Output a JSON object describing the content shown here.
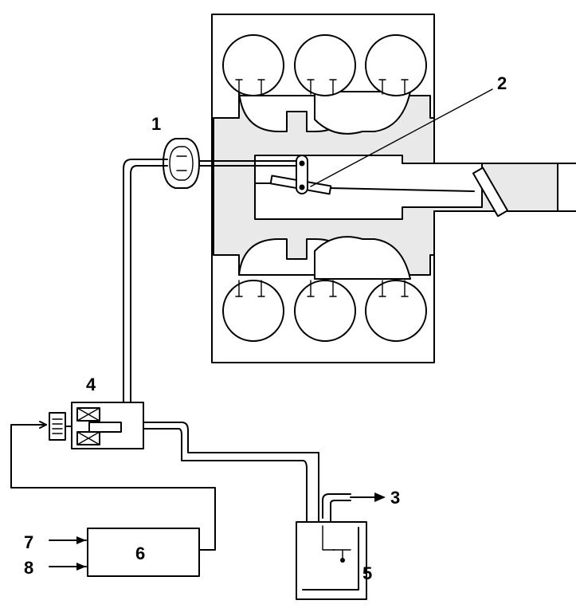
{
  "callouts": {
    "c1": "1",
    "c2": "2",
    "c3": "3",
    "c4": "4",
    "c5": "5",
    "c6": "6",
    "c7": "7",
    "c8": "8"
  },
  "colors": {
    "line": "#000000",
    "engine_fill": "#e9e9e9",
    "background": "#ffffff"
  }
}
